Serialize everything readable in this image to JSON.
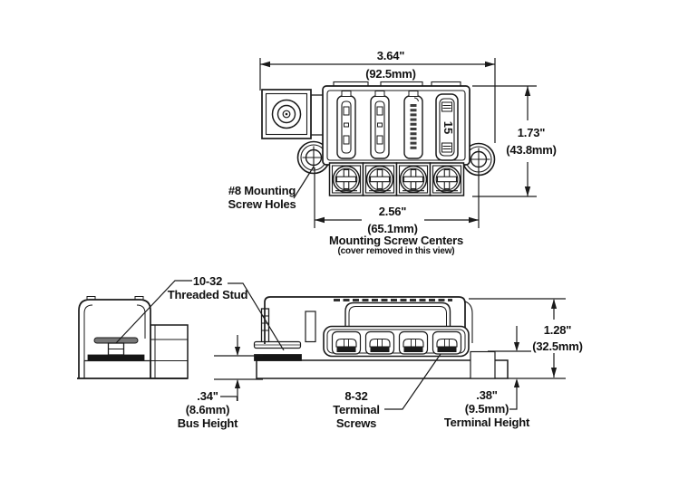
{
  "colors": {
    "ink": "#1a1a1a",
    "paper": "#ffffff",
    "bus_fill": "#151515"
  },
  "top_view": {
    "width_dim": {
      "in": "3.64\"",
      "mm": "(92.5mm)"
    },
    "height_dim": {
      "in": "1.73\"",
      "mm": "(43.8mm)"
    },
    "screw_centers_dim": {
      "in": "2.56\"",
      "mm": "(65.1mm)",
      "caption": "Mounting Screw Centers",
      "note": "(cover removed in this view)"
    },
    "mounting_holes": {
      "line1": "#8 Mounting",
      "line2": "Screw Holes"
    },
    "fuse_rating": "15"
  },
  "profile_view": {
    "stud": {
      "line1": "10-32",
      "line2": "Threaded Stud"
    },
    "bus_height": {
      "in": ".34\"",
      "mm": "(8.6mm)",
      "caption": "Bus Height"
    },
    "terminal_screws": {
      "line1": "8-32",
      "line2": "Terminal",
      "line3": "Screws"
    },
    "terminal_height": {
      "in": ".38\"",
      "mm": "(9.5mm)",
      "caption": "Terminal Height"
    },
    "overall_height_dim": {
      "in": "1.28\"",
      "mm": "(32.5mm)"
    }
  }
}
